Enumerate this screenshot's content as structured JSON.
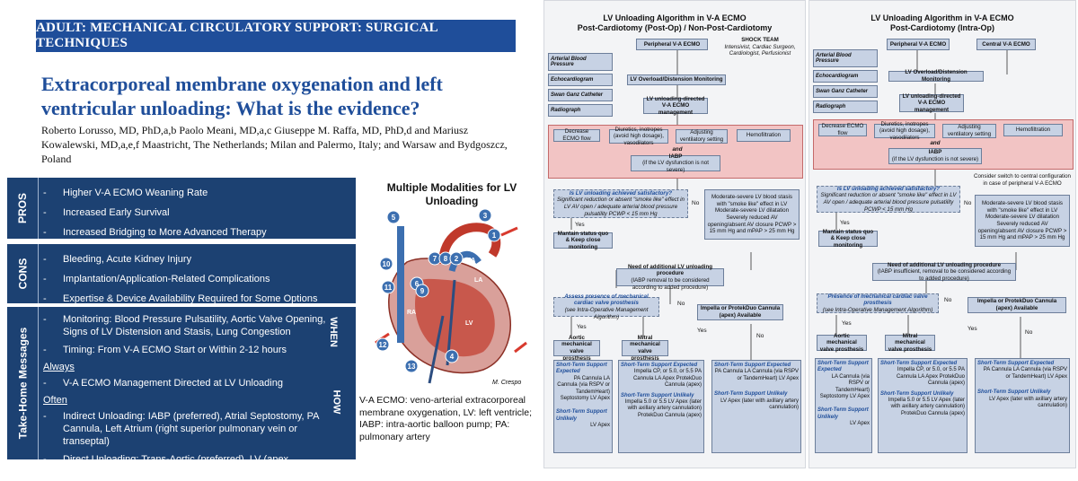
{
  "paper": {
    "banner": "ADULT: MECHANICAL CIRCULATORY SUPPORT: SURGICAL TECHNIQUES",
    "title": "Extracorporeal membrane oxygenation and left ventricular unloading: What is the evidence?",
    "authors": "Roberto Lorusso, MD, PhD,a,b Paolo Meani, MD,a,c Giuseppe M. Raffa, MD, PhD,d and Mariusz Kowalewski, MD,a,e,f Maastricht, The Netherlands; Milan and Palermo, Italy; and Warsaw and Bydgoszcz, Poland"
  },
  "pros": {
    "label": "PROS",
    "items": [
      "Higher V-A ECMO Weaning Rate",
      "Increased Early Survival",
      "Increased Bridging to More Advanced Therapy"
    ]
  },
  "cons": {
    "label": "CONS",
    "items": [
      "Bleeding, Acute Kidney Injury",
      "Implantation/Application-Related Complications",
      "Expertise & Device Availability Required for Some Options"
    ]
  },
  "messages": {
    "label": "Take-Home Messages",
    "when_label": "WHEN",
    "how_label": "HOW",
    "when_items": [
      "Monitoring: Blood Pressure Pulsatility, Aortic Valve Opening, Signs of LV Distension and Stasis, Lung Congestion",
      "Timing: From V-A ECMO Start or Within 2-12 hours"
    ],
    "always_label": "Always",
    "always_items": [
      "V-A ECMO Management Directed at LV Unloading"
    ],
    "often_label": "Often",
    "often_items": [
      "Indirect Unloading: IABP (preferred), Atrial Septostomy, PA Cannula, Left Atrium (right superior pulmonary vein or transeptal)",
      "Direct Unloading: Trans-Aortic (preferred), LV (apex, transmitral),"
    ]
  },
  "figure": {
    "title": "Multiple Modalities for LV Unloading",
    "numbers": [
      "1",
      "2",
      "3",
      "4",
      "5",
      "6",
      "7",
      "8",
      "9",
      "10",
      "11",
      "12",
      "13"
    ],
    "labels": [
      "AO",
      "PA",
      "LA",
      "RA",
      "LV"
    ],
    "credit": "M. Crespo",
    "caption": "V-A ECMO: veno-arterial extracorporeal membrane oxygenation, LV: left ventricle; IABP: intra-aortic balloon pump; PA: pulmonary artery"
  },
  "algo1": {
    "title": "LV Unloading Algorithm in V-A ECMO",
    "subtitle": "Post-Cardiotomy (Post-Op) / Non-Post-Cardiotomy",
    "peripheral": "Peripheral V-A ECMO",
    "shock_team": "SHOCK TEAM",
    "shock_team_detail": "Intensivist, Cardiac Surgeon, Cardiologist, Perfusionist",
    "monitors": [
      "Arterial Blood Pressure",
      "Echocardiogram",
      "Swan Ganz Catheter",
      "Radiograph"
    ],
    "overload": "LV Overload/Distension Monitoring",
    "directed": "LV unloading-directed V-A ECMO management",
    "actions": [
      "Decrease ECMO flow",
      "Diuretics, inotropes (avoid high dosage), vasodilators",
      "Adjusting ventilatory setting",
      "Hemofiltration"
    ],
    "and": "and",
    "iabp": "IABP",
    "iabp_note": "(if the LV dysfunction is not severe)",
    "question": "Is LV unloading achieved satisfactory?",
    "question_detail": "Significant reduction or absent \"smoke like\" effect in LV AV open / adequate arterial blood pressure pulsatility PCWP < 15 mm Hg",
    "no_condition": "Moderate-severe LV blood stasis with \"smoke like\" effect in LV Moderate-severe LV dilatation Severely reduced AV opening/absent AV closure PCWP > 15 mm Hg and mPAP > 25 mm Hg",
    "yes": "Yes",
    "no": "No",
    "maintain": "Mantain status quo & Keep close monitoring",
    "need": "Need of additional LV unloading procedure",
    "need_note": "(IABP removal to be considered according to added procedure)",
    "assess": "Assess presence of mechanical cardiac valve prosthesis",
    "assess_note": "(see Intra-Operative Management Algorithm)",
    "impella": "Impella or ProtekDuo Cannula (apex) Available",
    "aortic": "Aortic mechanical valve prosthesis",
    "mitral": "Mitral mechanical valve prosthesis",
    "expected": "Short-Term Support Expected",
    "unlikely": "Short-Term Support Unlikely",
    "aortic_expected": "PA Cannula LA Cannula (via RSPV or TandemHeart) Septostomy LV Apex",
    "aortic_unlikely": "LV Apex",
    "mitral_expected": "Impella CP, or 5.0, or 5.5 PA Cannula LA Apex ProtekDuo Cannula (apex)",
    "mitral_unlikely": "Impella 5.0 or 5.5 LV Apex (later with axillary artery cannulation) ProtekDuo Cannula (apex)",
    "right_expected": "PA Cannula LA Cannula (via RSPV or TandemHeart) LV Apex",
    "right_unlikely": "LV Apex (later with axillary artery cannulation)"
  },
  "algo2": {
    "title": "LV Unloading Algorithm in V-A ECMO",
    "subtitle": "Post-Cardiotomy (Intra-Op)",
    "peripheral": "Peripheral V-A ECMO",
    "central": "Central V-A ECMO",
    "monitors": [
      "Arterial Blood Pressure",
      "Echocardiogram",
      "Swan Ganz Catheter",
      "Radiograph"
    ],
    "overload": "LV Overload/Distension Monitoring",
    "directed": "LV unloading-directed V-A ECMO management",
    "actions": [
      "Decrease ECMO flow",
      "Diuretics, inotropes (avoid high dosage), vasodilators",
      "Adjusting ventilatory setting",
      "Hemofiltration"
    ],
    "and": "and",
    "iabp": "IABP",
    "iabp_note": "(if the LV dysfunction is not severe)",
    "switch_note": "Consider switch to central configuration in case of peripheral V-A ECMO",
    "question": "Is LV unloading achieved satisfactory?",
    "question_detail": "Significant reduction or absent \"smoke like\" effect in LV AV open / adequate arterial blood pressure pulsatility PCWP < 15 mm Hg",
    "no_condition": "Moderate-severe LV blood stasis with \"smoke like\" effect in LV Moderate-severe LV dilatation Severely reduced AV opening/absent AV closure PCWP > 15 mm Hg and mPAP > 25 mm Hg",
    "yes": "Yes",
    "no": "No",
    "maintain": "Mantain status quo & Keep close monitoring",
    "need": "Need of additional LV unloading procedure",
    "need_note": "(IABP insufficient, removal to be considered according to added procedure)",
    "assess": "Presence of mechanical cardiac valve prosthesis",
    "assess_note": "(see Intra-Operative Management Algorithm)",
    "impella": "Impella or ProtekDuo Cannula (apex) Available",
    "aortic": "Aortic mechanical valve prosthesis",
    "mitral": "Mitral mechanical valve prosthesis",
    "expected": "Short-Term Support Expected",
    "unlikely": "Short-Term Support Unlikely",
    "aortic_expected": "LA Cannula (via RSPV or TandemHeart) Septostomy LV Apex",
    "aortic_unlikely": "LV Apex",
    "mitral_expected": "Impella CP, or 5.0, or 5.5 PA Cannula LA Apex ProtekDuo Cannula (apex)",
    "mitral_unlikely": "Impella 5.0 or 5.5 LV Apex (later with axillary artery cannulation) ProtekDuo Cannula (apex)",
    "right_expected": "PA Cannula LA Cannula (via RSPV or TandemHeart) LV Apex",
    "right_unlikely": "LV Apex (later with axillary artery cannulation)"
  },
  "colors": {
    "navy": "#1c4172",
    "banner": "#1f4e9a",
    "box": "#c7d2e4",
    "pink": "#f2c4c4",
    "arrow": "#d83a2e",
    "heart": "#c0392b"
  }
}
